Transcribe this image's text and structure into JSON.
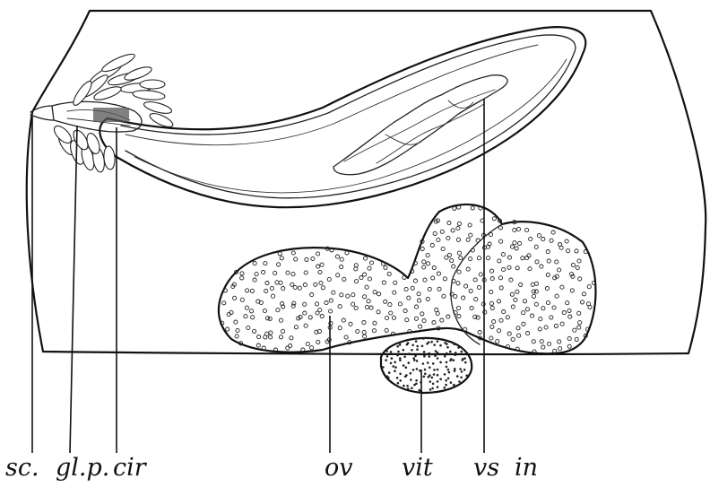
{
  "labels": {
    "sc": "sc.",
    "glp": "gl.p.",
    "cir": "cir",
    "ov": "ov",
    "vit": "vit",
    "vs": "vs",
    "in": "in"
  }
}
